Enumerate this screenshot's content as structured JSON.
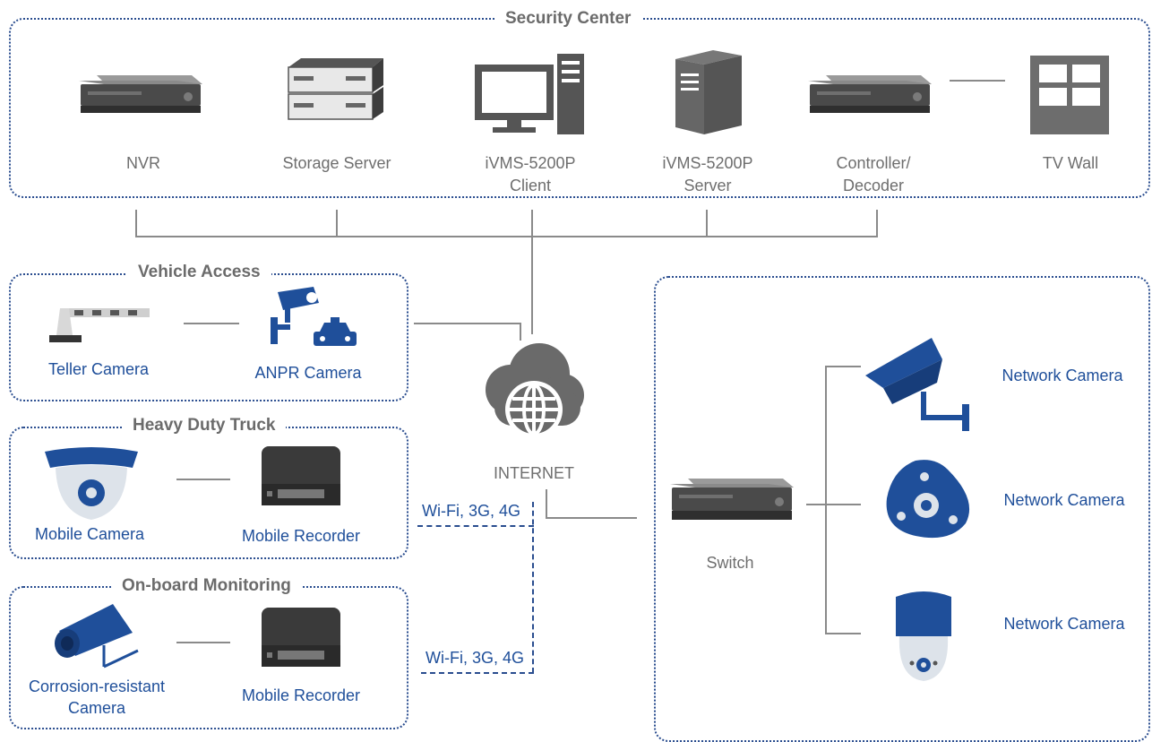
{
  "security_center": {
    "title": "Security Center",
    "devices": {
      "nvr": "NVR",
      "storage_server": "Storage Server",
      "client_line1": "iVMS-5200P",
      "client_line2": "Client",
      "server_line1": "iVMS-5200P",
      "server_line2": "Server",
      "controller_line1": "Controller/",
      "controller_line2": "Decoder",
      "tv_wall": "TV Wall"
    }
  },
  "vehicle_access": {
    "title": "Vehicle Access",
    "teller_camera": "Teller Camera",
    "anpr_camera": "ANPR Camera"
  },
  "heavy_duty_truck": {
    "title": "Heavy Duty Truck",
    "mobile_camera": "Mobile Camera",
    "mobile_recorder": "Mobile Recorder"
  },
  "onboard_monitoring": {
    "title": "On-board Monitoring",
    "camera_line1": "Corrosion-resistant",
    "camera_line2": "Camera",
    "mobile_recorder": "Mobile Recorder"
  },
  "internet": {
    "label": "INTERNET"
  },
  "wireless": {
    "label_1": "Wi-Fi, 3G, 4G",
    "label_2": "Wi-Fi, 3G, 4G"
  },
  "network_side": {
    "switch": "Switch",
    "camera_1": "Network Camera",
    "camera_2": "Network Camera",
    "camera_3": "Network Camera"
  },
  "colors": {
    "accent_blue": "#1f4f9a",
    "gray_text": "#6e6e6e",
    "line_gray": "#8a8a8a"
  }
}
